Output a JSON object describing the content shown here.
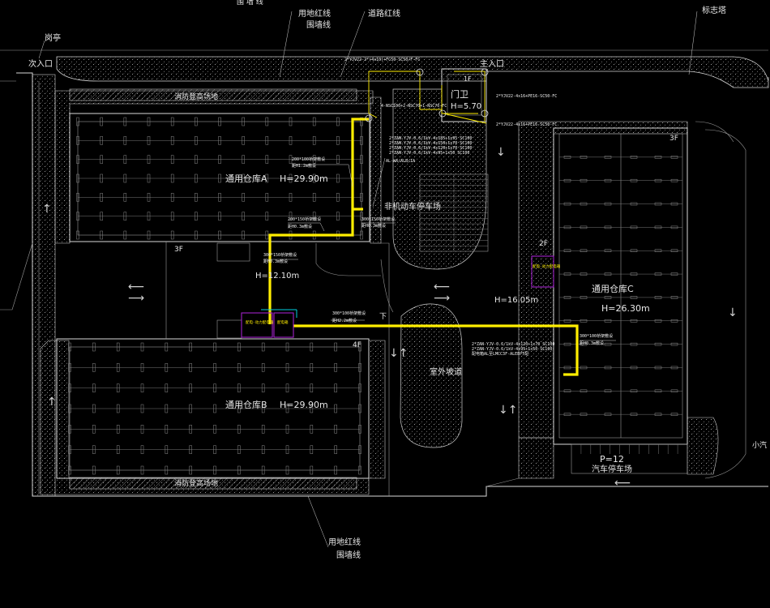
{
  "labels": {
    "top_small": "围 墙 线",
    "site_redline_top": "用地红线",
    "wall_line_top": "围墙线",
    "road_redline_top": "道路红线",
    "guard_booth": "岗亭",
    "secondary_entrance": "次入口",
    "main_entrance": "主入口",
    "gatehouse": "门卫",
    "gatehouse_floor": "1F",
    "gatehouse_height": "H=5.70",
    "landmark_tower": "标志塔",
    "fire_lane_top": "消防登高场地",
    "warehouse_a": "通用仓库A",
    "warehouse_a_height": "H=29.90m",
    "warehouse_a_floor": "3F",
    "warehouse_b": "通用仓库B",
    "warehouse_b_height": "H=29.90m",
    "warehouse_b_floor": "4F",
    "warehouse_c": "通用仓库C",
    "warehouse_c_height": "H=26.30m",
    "warehouse_c_floor": "3F",
    "nonmotor_parking": "非机动车停车场",
    "ramp_height": "H=12.10m",
    "outdoor_ramp": "室外坡道",
    "second_floor_c": "2F",
    "height_16": "H=16.05m",
    "down_mark": "下",
    "car_parking": "汽车停车场",
    "car_parking_p": "P=12",
    "fire_lane_bottom": "消防登高场地",
    "site_redline_bottom": "用地红线",
    "wall_line_bottom": "围墙线",
    "right_edge_text": "小汽"
  },
  "annotations": {
    "gate_cable_1": "2*YJV22-2*(4x10)+FC50-SC50/F-FC",
    "gate_cable_2": "2*YJV22-4x16+PE16-SC50-FC",
    "gate_cable_3": "2*YJV22-4x16+PE16-SC50-FC",
    "gate_cable_4": "4-NSC100+2-NSC70+1-NSC70-FC",
    "trunk_note_1": "2*ZAN-YJV-0.6/1kV-4x185+1x95 SC100",
    "trunk_note_2": "2*ZAN-YJV-0.6/1kV-4x150+1x70 SC100",
    "trunk_note_3": "2*ZAN-YJV-0.6/1kV-4x120+1x70 SC100",
    "trunk_note_4": "2*ZAN-YJV-0.6/1kV-4x95+1x50 SC100",
    "trunk_note_5": "AL-WA/ALB/1A",
    "tray_a_1": "200*100桥架敷设",
    "tray_a_1_h": "距H1.2m敷设",
    "tray_a_2": "300*150桥架敷设",
    "tray_a_2_h": "距H0.3m敷设",
    "tray_ramp": "300*150桥架敷设",
    "tray_ramp_h": "距H0.3m敷设",
    "tray_mid_left": "200*150桥架敷设",
    "tray_mid_left_h": "距H0.3m敷设",
    "tray_main": "300*100桥架敷设",
    "tray_main_h": "距H2.2m敷设",
    "tray_c": "300*100桥架敷设",
    "tray_c_h": "距H0.3m敷设",
    "c_note_1": "2*ZAN-YJV-0.6/1kV-4x120+1x70 SC100",
    "c_note_2": "2*ZAN-YJV-0.6/1kV-4x95+1x50 SC100",
    "c_note_3": "配电箱AL至LMCC3F-ALEEPT配",
    "box_left": "配电-动力配电箱",
    "box_right": "配电箱",
    "box_c": "配电-动力配电箱"
  },
  "colors": {
    "background": "#000000",
    "linework": "#d8d8d8",
    "cable_tray": "#ffee00",
    "distribution_box": "#a020c8",
    "accent_cyan": "#00d0e0"
  }
}
